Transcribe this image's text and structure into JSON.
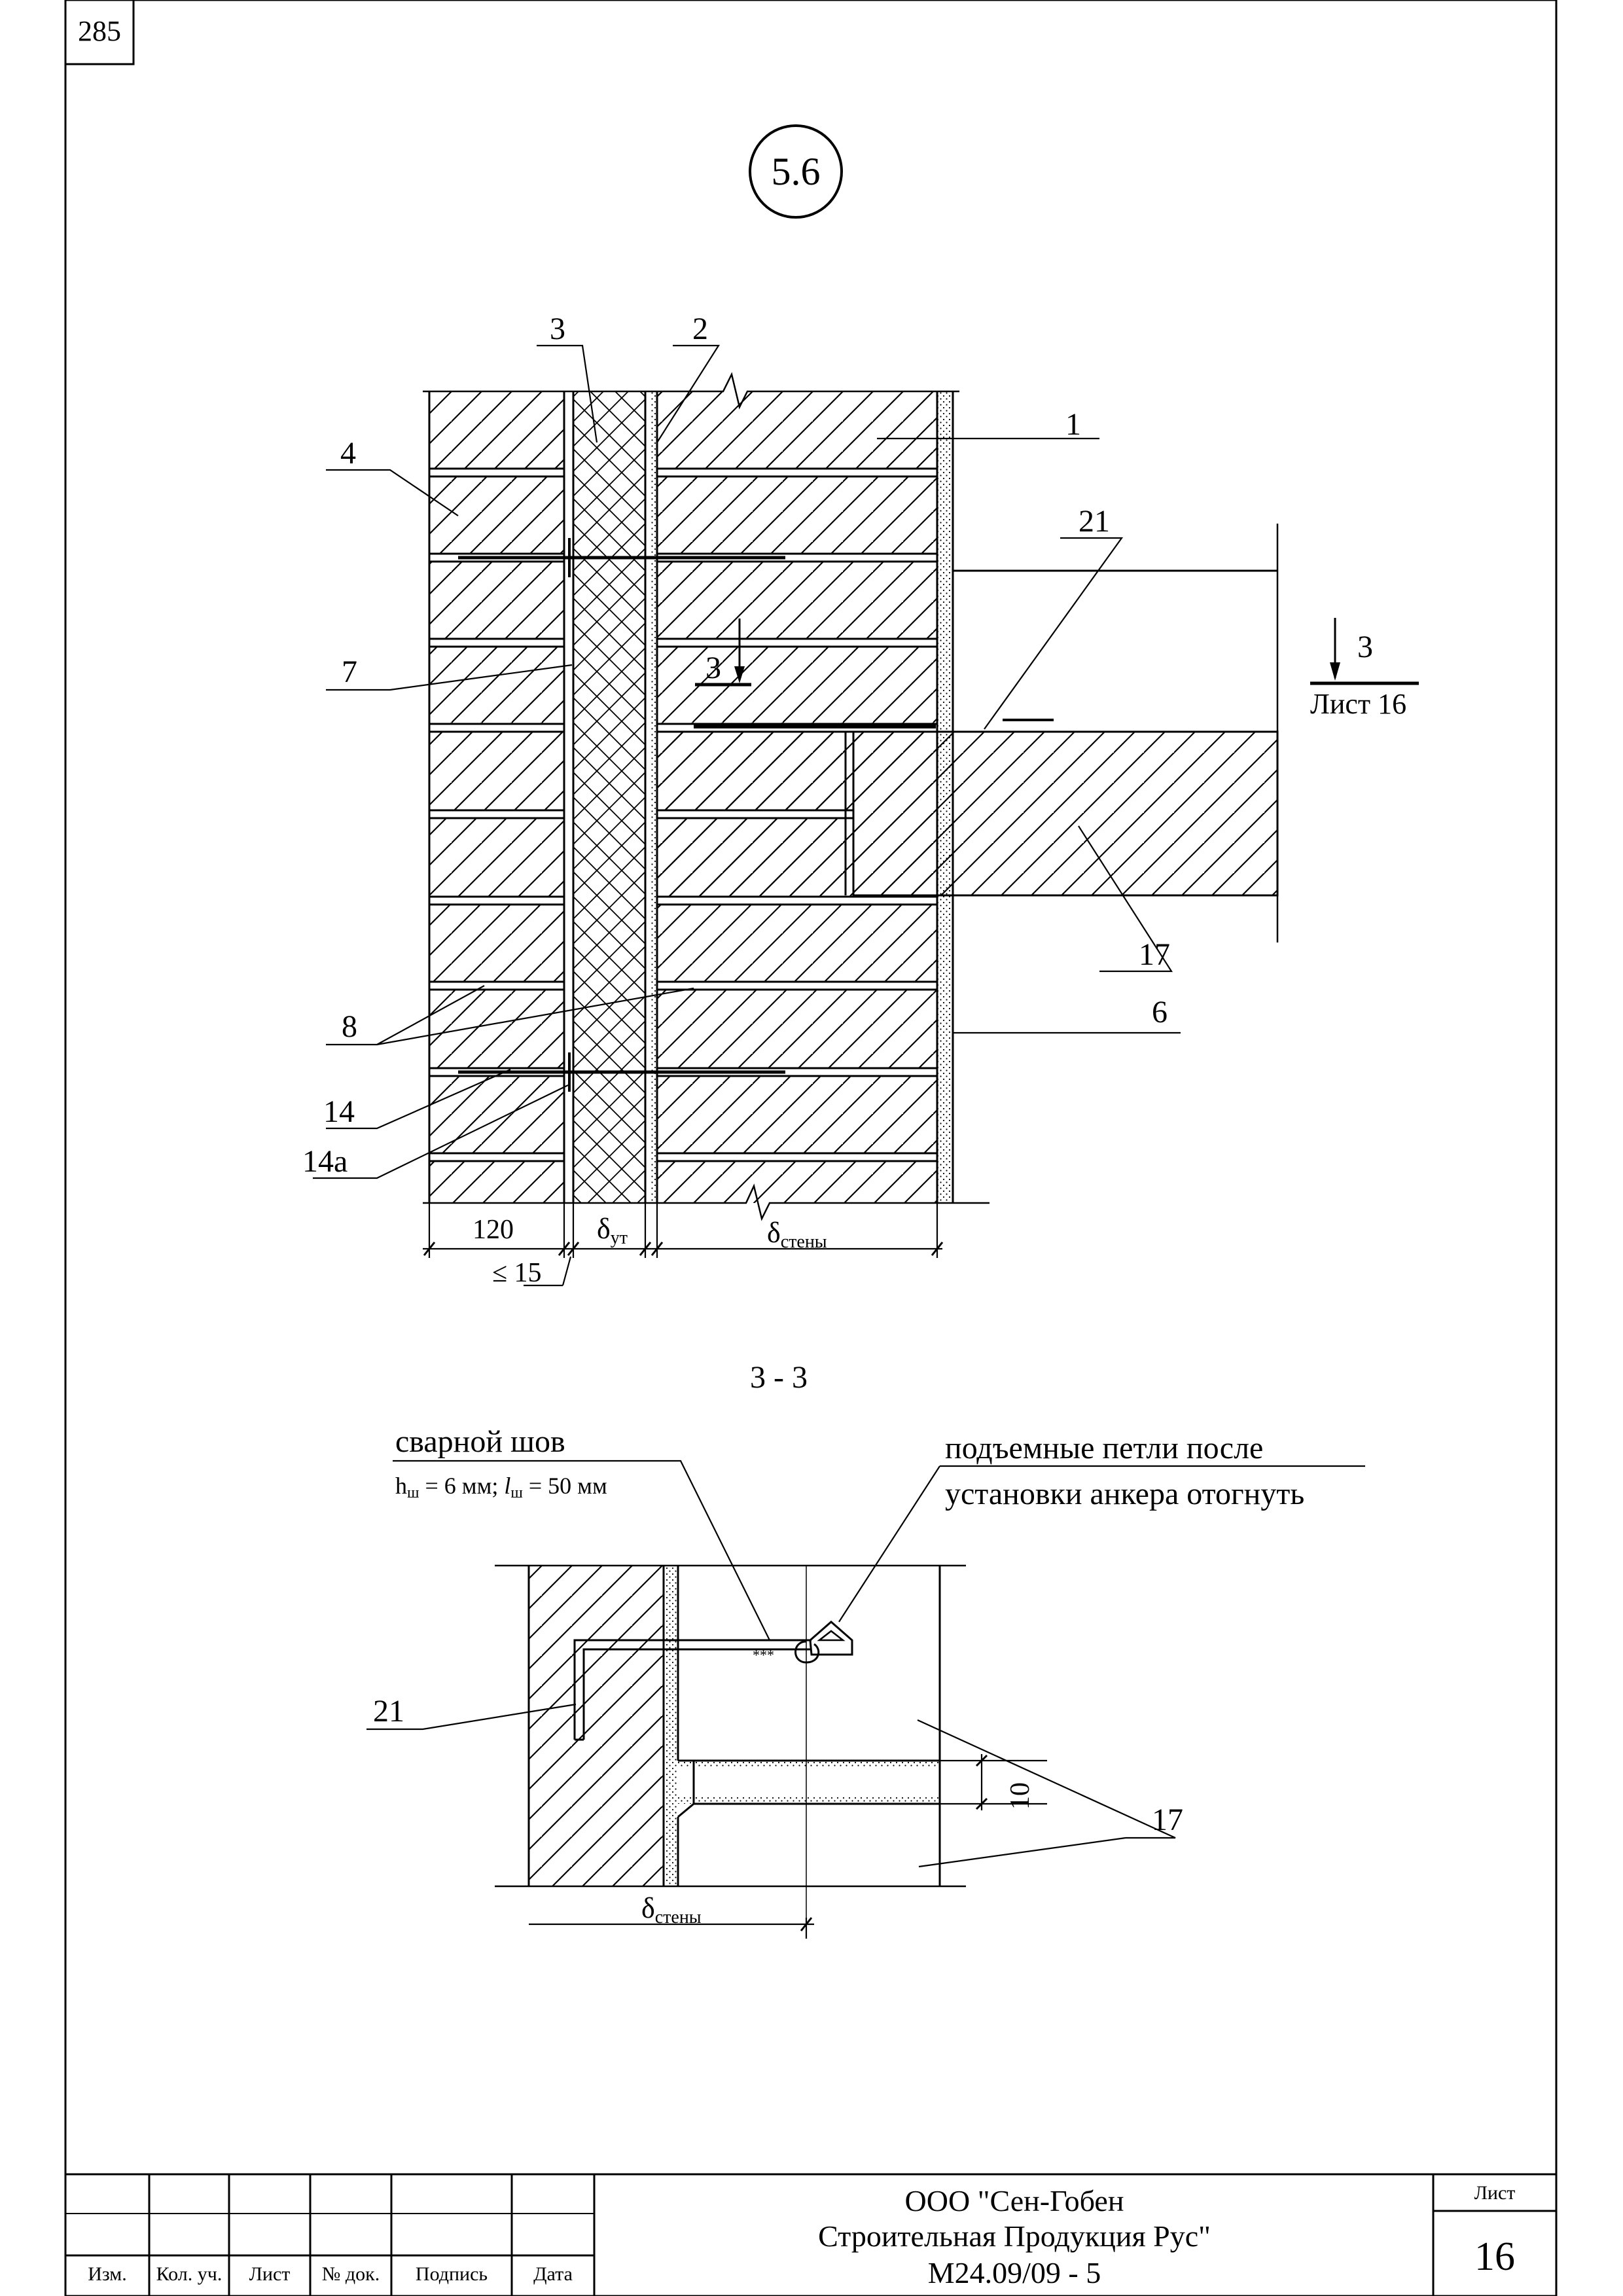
{
  "page_number": "285",
  "node_id": "5.6",
  "section_marker": {
    "number": "3",
    "sheet_ref": "Лист 16"
  },
  "plan_section_marker": "3",
  "callouts": {
    "c1": "1",
    "c2": "2",
    "c3": "3",
    "c4": "4",
    "c6": "6",
    "c7": "7",
    "c8": "8",
    "c14": "14",
    "c14a": "14а",
    "c17": "17",
    "c21": "21"
  },
  "dimensions": {
    "facing_width": "120",
    "joint_max": "≤ 15",
    "insulation": "δ",
    "insulation_sub": "ут",
    "wall": "δ",
    "wall_sub": "стены"
  },
  "section": {
    "title": "3 - 3",
    "weld_label": "сварной шов",
    "weld_spec_h": "h",
    "weld_spec_h_sub": "ш",
    "weld_spec_h_val": " = 6 мм; ",
    "weld_spec_l": "l",
    "weld_spec_l_sub": "ш",
    "weld_spec_l_val": " = 50 мм",
    "loop_note_line1": "подъемные петли после",
    "loop_note_line2": "установки анкера отогнуть",
    "weld_marks": "***",
    "callout_21": "21",
    "callout_17": "17",
    "gap_dim": "10",
    "wall_dim": "δ",
    "wall_dim_sub": "стены"
  },
  "title_block": {
    "columns": [
      "Изм.",
      "Кол. уч.",
      "Лист",
      "№ док.",
      "Подпись",
      "Дата"
    ],
    "company_line1": "ООО \"Сен-Гобен",
    "company_line2": "Строительная Продукция Рус\"",
    "doc_code": "М24.09/09 - 5",
    "sheet_label": "Лист",
    "sheet_number": "16"
  }
}
